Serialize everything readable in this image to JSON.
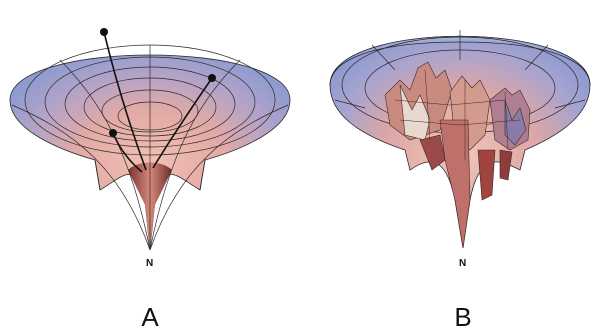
{
  "panels": [
    {
      "id": "A",
      "label": "A",
      "native_label": "N"
    },
    {
      "id": "B",
      "label": "B",
      "native_label": "N"
    }
  ],
  "colors": {
    "rim": "#9fa8d6",
    "rim_shade": "#7d88c0",
    "interior_warm": "#e6b3a8",
    "interior_deep": "#c2716a",
    "funnel_dark": "#8e3d3a",
    "grid_line": "#2a2a2a"
  }
}
